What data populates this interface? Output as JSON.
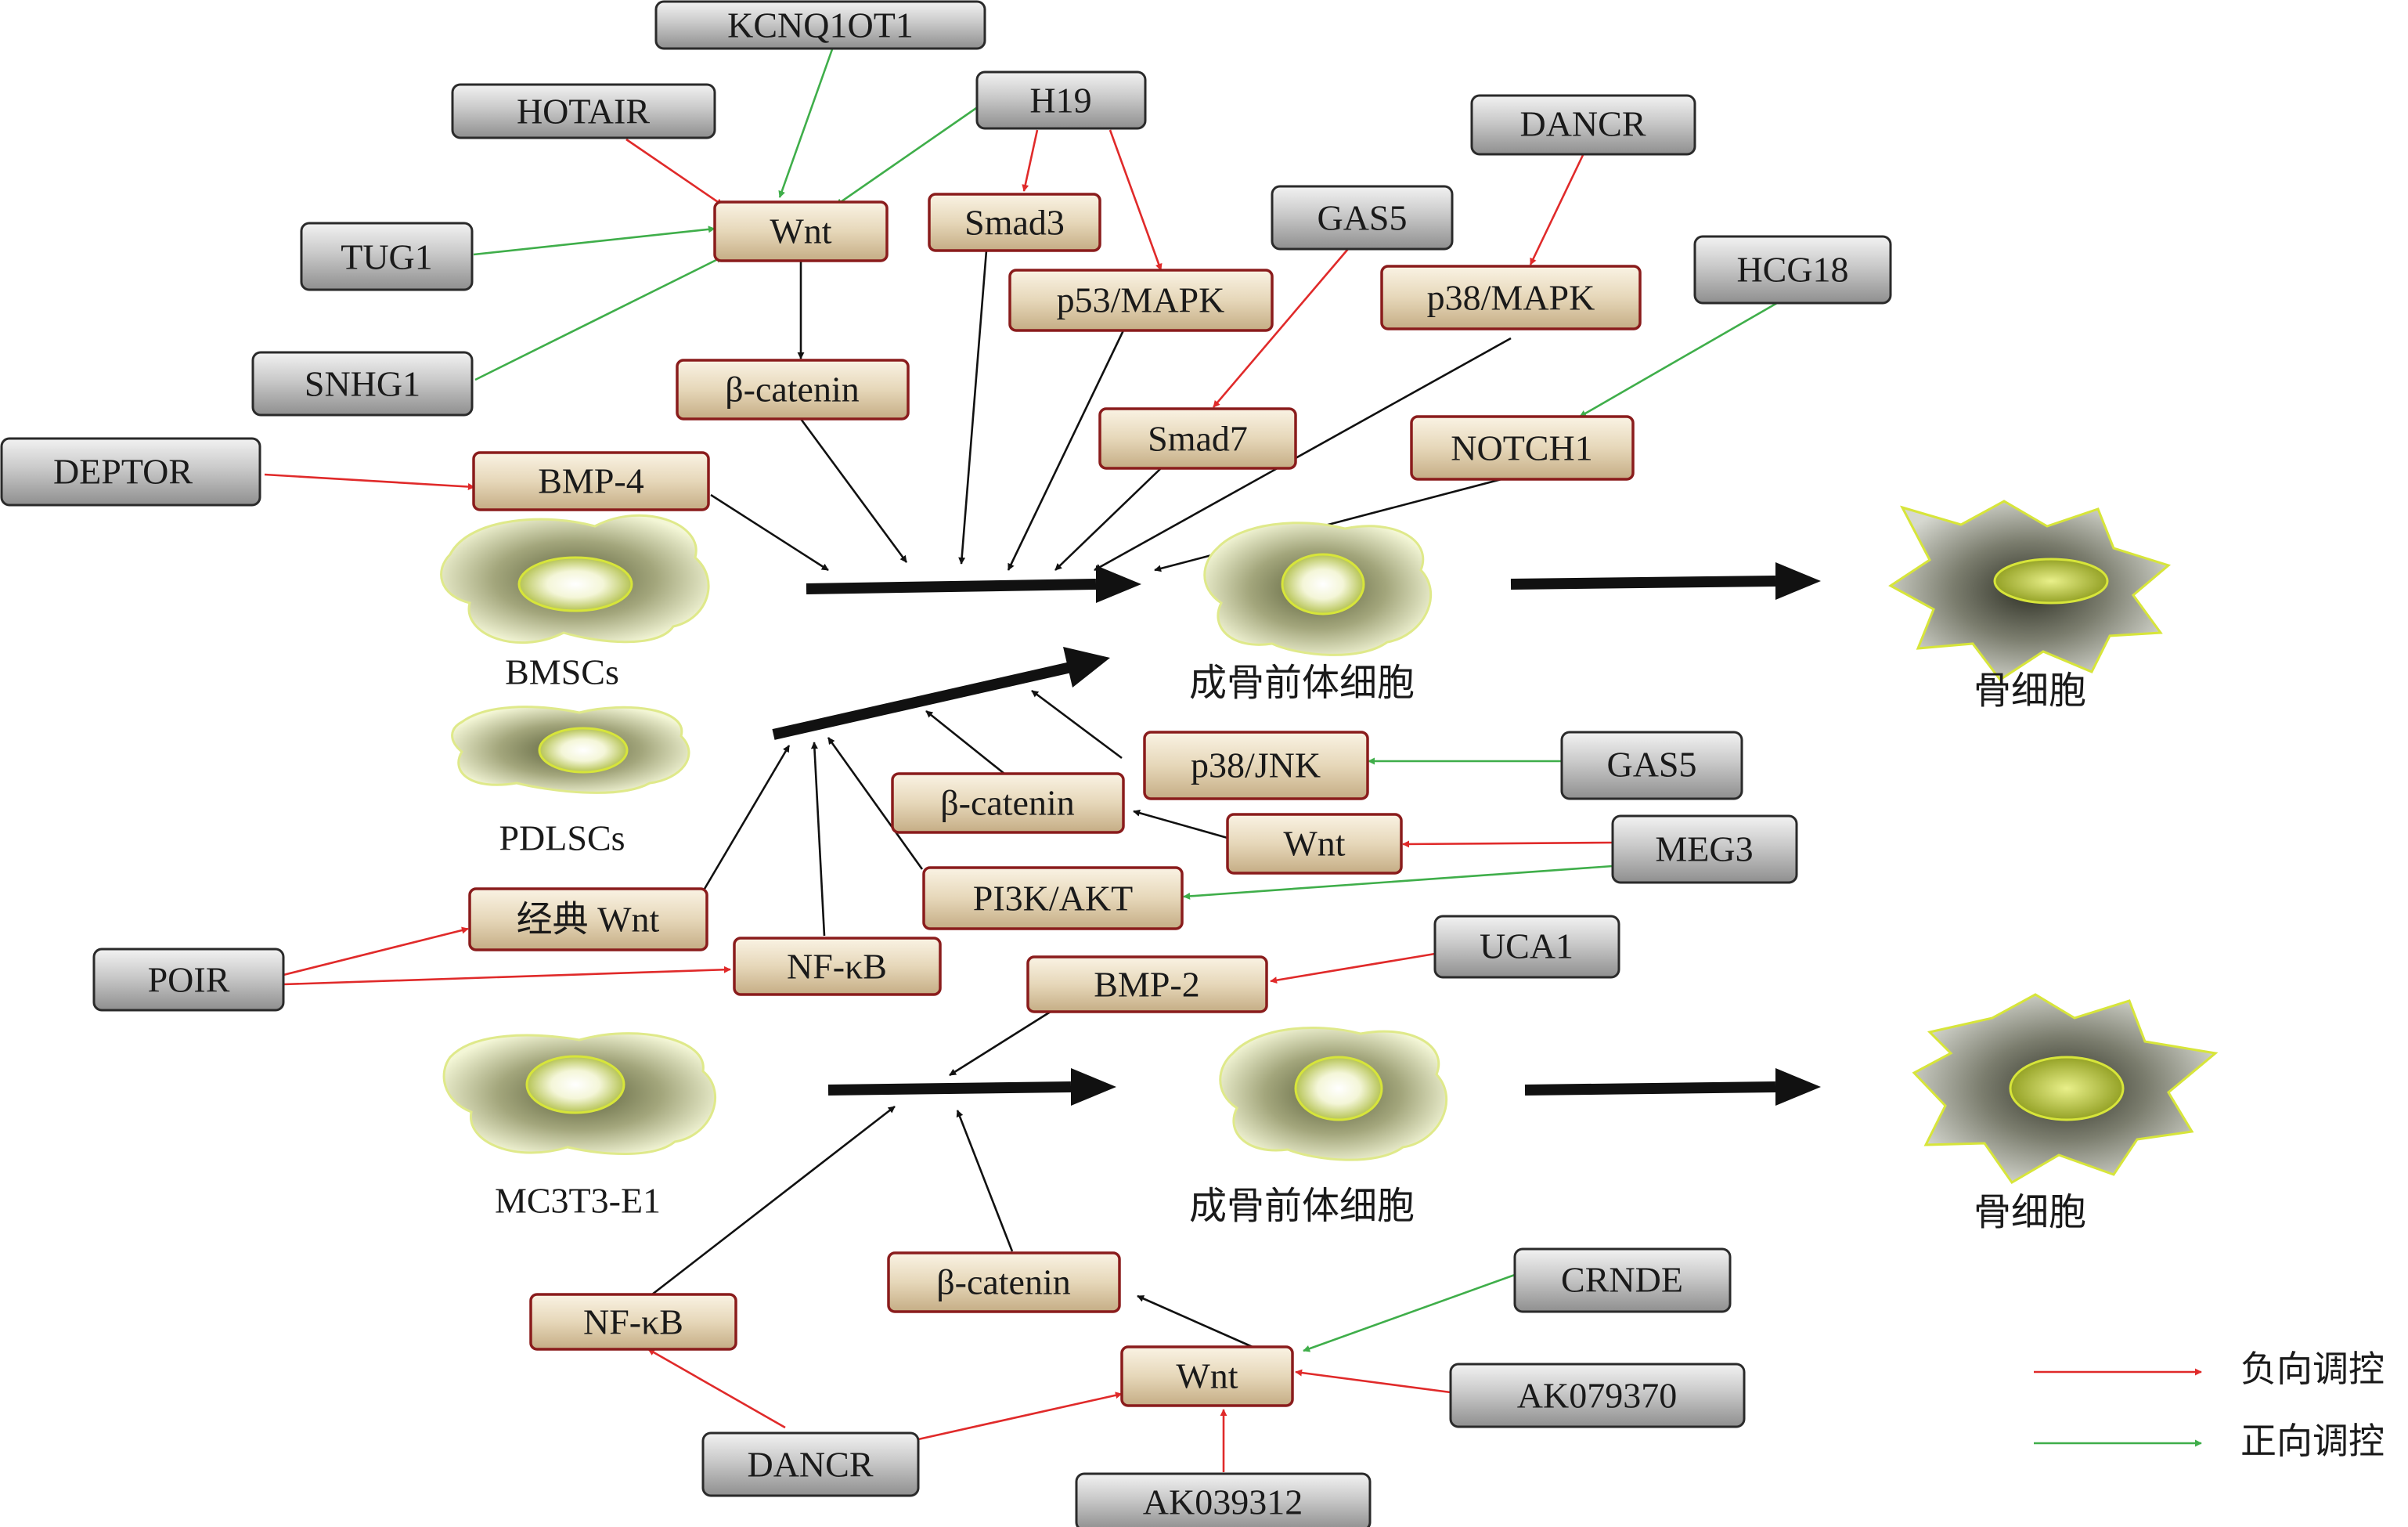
{
  "colors": {
    "negative_arrow": "#e02a2a",
    "positive_arrow": "#3fae4a",
    "influence_arrow": "#111111",
    "lncrna_fill": "#bdbdbd",
    "pathway_fill": "#e4d6b8",
    "pathway_border": "#8a1c1c"
  },
  "lncrnas": {
    "kcnq1ot1": "KCNQ1OT1",
    "hotair": "HOTAIR",
    "h19": "H19",
    "tug1": "TUG1",
    "snhg1": "SNHG1",
    "deptor": "DEPTOR",
    "gas5_top": "GAS5",
    "dancr_top": "DANCR",
    "hcg18": "HCG18",
    "gas5_mid": "GAS5",
    "meg3": "MEG3",
    "poir": "POIR",
    "uca1": "UCA1",
    "crnde": "CRNDE",
    "ak079370": "AK079370",
    "dancr_bottom": "DANCR",
    "ak039312": "AK039312"
  },
  "pathways": {
    "wnt_top": "Wnt",
    "smad3": "Smad3",
    "p53_mapk": "p53/MAPK",
    "p38_mapk": "p38/MAPK",
    "beta_catenin_top": "β-catenin",
    "smad7": "Smad7",
    "notch1": "NOTCH1",
    "bmp4": "BMP-4",
    "p38_jnk": "p38/JNK",
    "beta_catenin_mid": "β-catenin",
    "wnt_mid": "Wnt",
    "pi3k_akt": "PI3K/AKT",
    "classic_wnt": "经典 Wnt",
    "nfkb_mid": "NF-κB",
    "bmp2": "BMP-2",
    "beta_catenin_bottom": "β-catenin",
    "nfkb_bottom": "NF-κB",
    "wnt_bottom": "Wnt"
  },
  "cells": {
    "bmscs": "BMSCs",
    "pdlscs": "PDLSCs",
    "mc3t3": "MC3T3-E1",
    "preosteoblast_top": "成骨前体细胞",
    "osteocyte_top": "骨细胞",
    "preosteoblast_bottom": "成骨前体细胞",
    "osteocyte_bottom": "骨细胞"
  },
  "legend": {
    "negative": "负向调控",
    "positive": "正向调控"
  }
}
